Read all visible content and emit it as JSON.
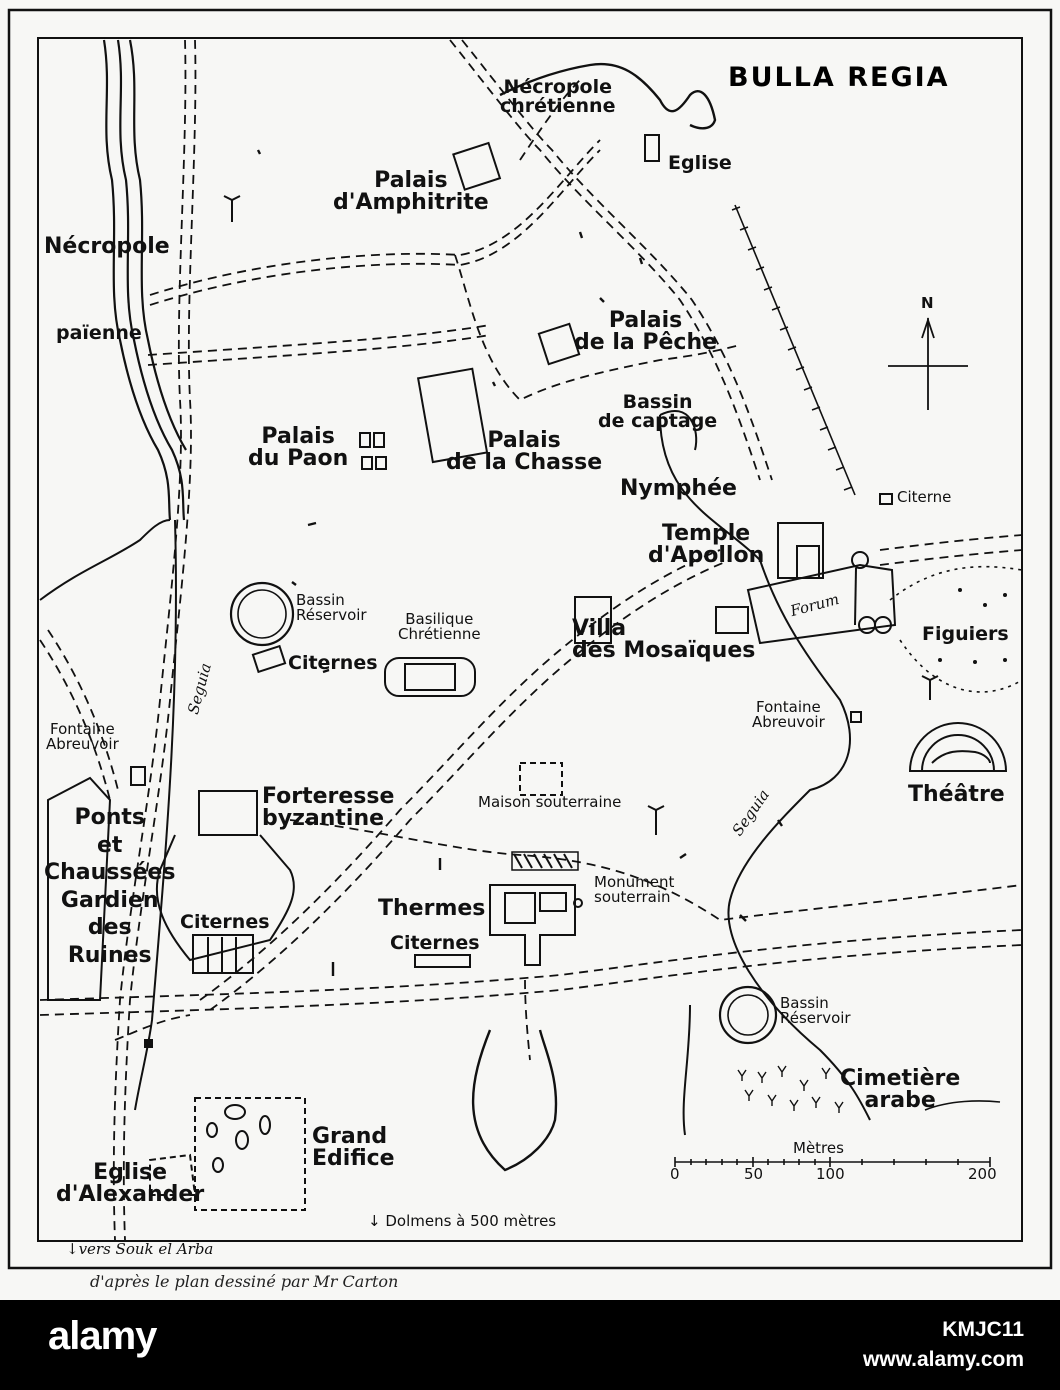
{
  "map": {
    "title": "BULLA REGIA",
    "credit": "d'après le plan dessiné par Mr Carton",
    "labels": {
      "necropole_chretienne": "Nécropole\nchrétienne",
      "eglise": "Eglise",
      "palais_amphitrite": "Palais\nd'Amphitrite",
      "necropole_paienne_1": "Nécropole",
      "necropole_paienne_2": "païenne",
      "palais_peche": "Palais\nde la Pêche",
      "bassin_captage": "Bassin\nde captage",
      "palais_paon": "Palais\ndu Paon",
      "palais_chasse": "Palais\nde la Chasse",
      "nymphee": "Nymphée",
      "citerne": "Citerne",
      "temple_apollon": "Temple\nd'Apollon",
      "bassin_reservoir_1": "Bassin\nRéservoir",
      "basilique": "Basilique\nChrétienne",
      "villa_mosaiques": "Villa\ndes Mosaïques",
      "forum": "Forum",
      "figuiers": "Figuiers",
      "citernes_1": "Citernes",
      "fontaine_1": "Fontaine\nAbreuvoir",
      "fontaine_2": "Fontaine\nAbreuvoir",
      "seguia_1": "Seguia",
      "seguia_2": "Seguia",
      "theatre": "Théâtre",
      "ponts": "Ponts\net\nChaussées\nGardien\ndes\nRuines",
      "forteresse": "Forteresse\nbyzantine",
      "maison_souterraine": "Maison souterraine",
      "monument_souterrain": "Monument\nsouterrain",
      "citernes_2": "Citernes",
      "thermes": "Thermes",
      "citernes_3": "Citernes",
      "bassin_reservoir_2": "Bassin\nRéservoir",
      "cimetiere": "Cimetière\narabe",
      "grand_edifice": "Grand\nEdifice",
      "eglise_alexander": "Eglise\nd'Alexander",
      "dolmens": "↓ Dolmens à 500 mètres",
      "vers_souk": "↓vers Souk el Arba",
      "north": "N"
    },
    "scale": {
      "title": "Mètres",
      "ticks": [
        "0",
        "50",
        "100",
        "200"
      ]
    }
  },
  "watermark": {
    "brand": "alamy",
    "image_id": "KMJC11",
    "url": "www.alamy.com"
  }
}
